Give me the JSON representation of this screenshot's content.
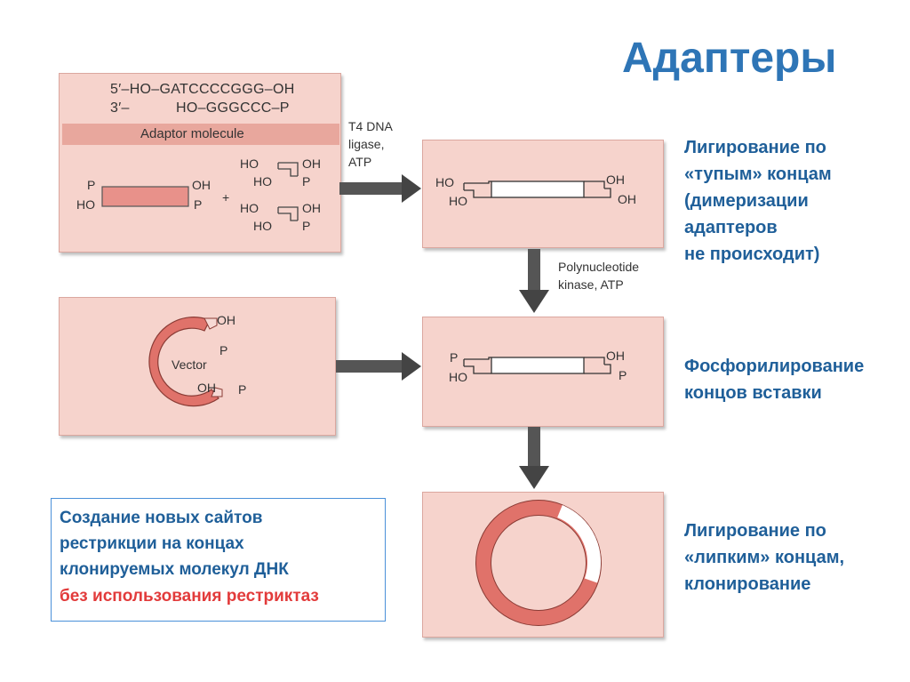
{
  "title": "Адаптеры",
  "colors": {
    "title": "#2e75b6",
    "panel": "#f6d3cc",
    "accent_red": "#e23b3b",
    "dna": "#e0726a",
    "arrow": "#444444"
  },
  "panel1": {
    "seq_top": "5′–HO–GATCCCCGGG–OH",
    "seq_bottom_left": "3′–",
    "seq_bottom_right": "HO–GGGCCC–P",
    "adaptor_label": "Adaptor molecule",
    "insert_left_top": "P",
    "insert_left_bottom": "HO",
    "insert_right_top": "OH",
    "insert_right_bottom": "P",
    "plus": "+",
    "adaptor1": {
      "tl": "HO",
      "tr": "OH",
      "bl": "HO",
      "br": "P"
    },
    "adaptor2": {
      "tl": "HO",
      "tr": "OH",
      "bl": "HO",
      "br": "P"
    }
  },
  "arrow1_label_l1": "T4 DNA",
  "arrow1_label_l2": "ligase,",
  "arrow1_label_l3": "ATP",
  "panel2": {
    "tl": "HO",
    "bl": "HO",
    "tr": "OH",
    "br": "OH"
  },
  "arrow2_label_l1": "Polynucleotide",
  "arrow2_label_l2": "kinase, ATP",
  "panel3": {
    "vector_label": "Vector",
    "top_oh": "OH",
    "top_p": "P",
    "bottom_oh": "OH",
    "bottom_p": "P"
  },
  "panel4": {
    "tl": "P",
    "bl": "HO",
    "tr": "OH",
    "br": "P"
  },
  "right_text1": [
    "Лигирование по",
    "«тупым» концам",
    "(димеризации",
    "адаптеров",
    "не происходит)"
  ],
  "right_text2": [
    "Фосфорилирование",
    "концов вставки"
  ],
  "right_text3": [
    "Лигирование по",
    "«липким» концам,",
    "клонирование"
  ],
  "note": {
    "line1": "Создание  новых сайтов",
    "line2": "рестрикции на концах",
    "line3": "клонируемых  молекул ДНК",
    "line4": "без использования  рестриктаз"
  }
}
